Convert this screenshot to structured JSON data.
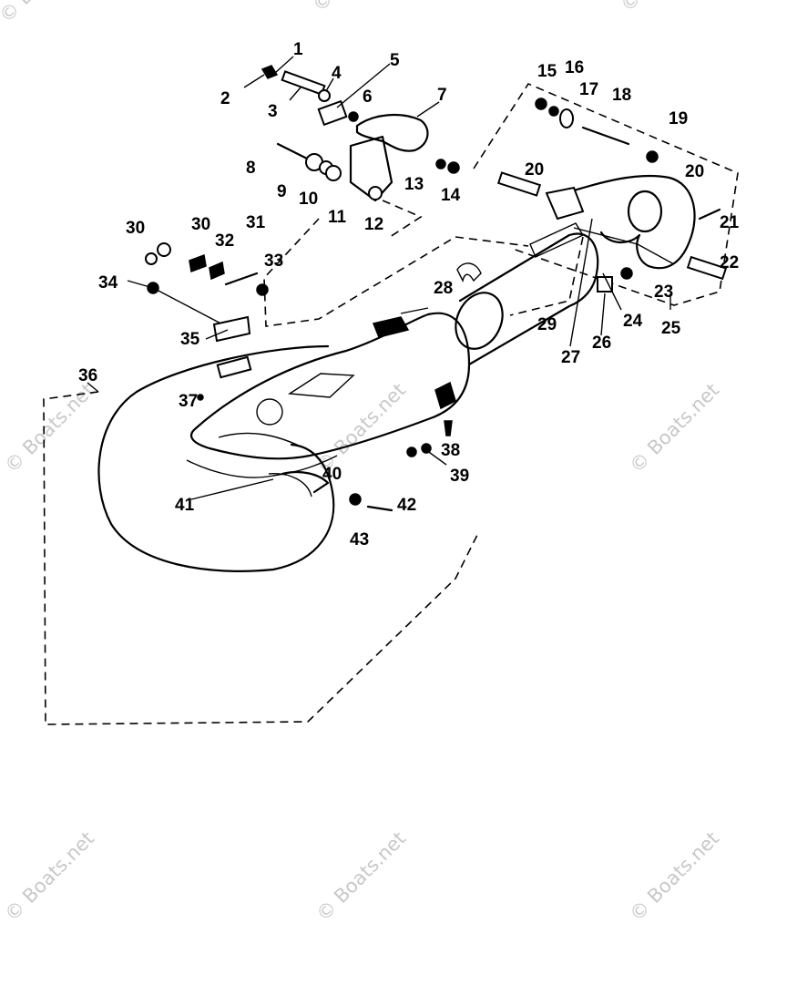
{
  "watermark": {
    "text": "© Boats.net"
  },
  "callouts": [
    "1",
    "2",
    "3",
    "4",
    "5",
    "6",
    "7",
    "8",
    "9",
    "10",
    "11",
    "12",
    "13",
    "14",
    "15",
    "16",
    "17",
    "18",
    "19",
    "20",
    "20",
    "21",
    "22",
    "23",
    "24",
    "25",
    "26",
    "27",
    "28",
    "29",
    "30",
    "30",
    "31",
    "32",
    "33",
    "34",
    "35",
    "36",
    "37",
    "38",
    "39",
    "40",
    "41",
    "42",
    "43"
  ]
}
